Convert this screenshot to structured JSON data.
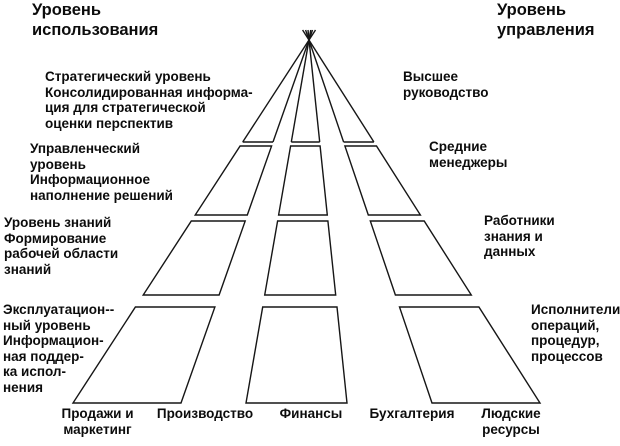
{
  "diagram": {
    "title_left": "Уровень\nиспользования",
    "title_right": "Уровень\nуправления",
    "usage_levels": [
      "Стратегический уровень\nКонсолидированная информа-\nция для стратегической\nоценки перспектив",
      "Управленческий\nуровень\nИнформационное\nнаполнение решений",
      "Уровень знаний\nФормирование\nрабочей области\nзнаний",
      "Эксплуатацион--\nный уровень\nИнформацион-\nная поддер-\nка испол-\nнения"
    ],
    "management_levels": [
      "Высшее\nруководство",
      "Средние\nменеджеры",
      "Работники\nзнания и\nданных",
      "Исполнители\nопераций,\nпроцедур,\nпроцессов"
    ],
    "functional_areas": [
      "Продажи и\nмаркетинг",
      "Производство",
      "Финансы",
      "Бухгалтерия",
      "Людские\nресурсы"
    ],
    "colors": {
      "line": "#161616",
      "text": "#0c0c0c",
      "background": "#ffffff"
    }
  }
}
